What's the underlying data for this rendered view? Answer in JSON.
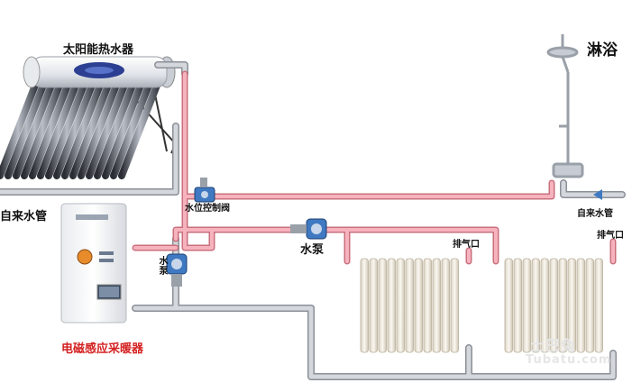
{
  "labels": {
    "solar_heater": "太阳能热水器",
    "shower": "淋浴",
    "water_supply_left": "自来水管",
    "water_supply_right": "自来水管",
    "level_valve": "水位控制阀",
    "pump_main": "水泵",
    "pump_side": "水泵",
    "vent_1": "排气口",
    "vent_2": "排气口",
    "boiler": "电磁感应采暖器",
    "watermark_cn": "土巴兔",
    "watermark_url": "Tubatu.com"
  },
  "colors": {
    "hot_pipe": "#f39aa6",
    "cold_pipe": "#c9ccd2",
    "pipe_outline": "#8c9099",
    "boiler_label": "#d42020"
  },
  "icons": {
    "solar": "solar-panel-icon",
    "shower": "shower-icon",
    "boiler": "boiler-icon",
    "radiator": "radiator-icon",
    "pump": "pump-icon"
  }
}
